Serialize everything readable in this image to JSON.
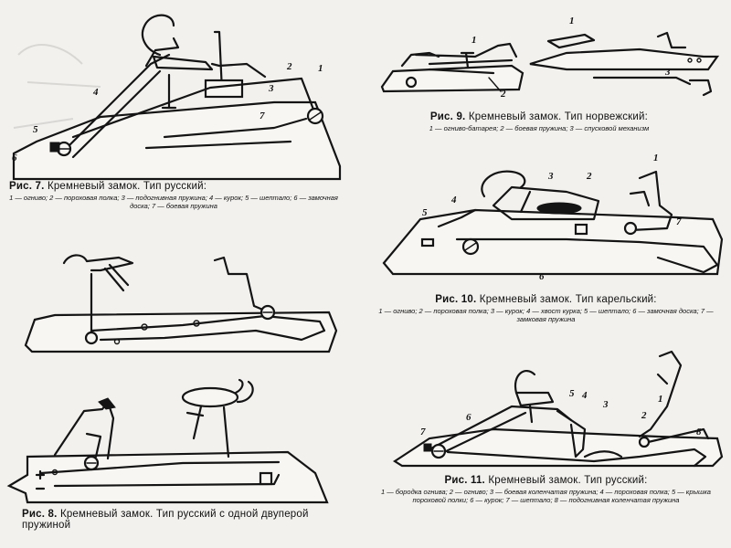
{
  "figures": [
    {
      "id": "fig7",
      "title_prefix": "Рис. 7.",
      "title_rest": "Кремневый замок. Тип русский:",
      "legend": "1 — огниво; 2 — пороховая полка; 3 — подогнивная пружина; 4 — курок; 5 — шептало; 6 — замочная доска; 7 — боевая пружина",
      "labels": [
        "1",
        "2",
        "3",
        "4",
        "5",
        "6",
        "7"
      ]
    },
    {
      "id": "fig8",
      "title_prefix": "Рис. 8.",
      "title_rest": "Кремневый замок. Тип русский с одной двуперой пружиной",
      "legend": "",
      "labels": []
    },
    {
      "id": "fig9",
      "title_prefix": "Рис. 9.",
      "title_rest": "Кремневый замок. Тип норвежский:",
      "legend": "1 — огниво-батарея; 2 — боевая пружина; 3 — спусковой механизм",
      "labels": [
        "1",
        "2",
        "1",
        "3"
      ]
    },
    {
      "id": "fig10",
      "title_prefix": "Рис. 10.",
      "title_rest": "Кремневый замок. Тип карельский:",
      "legend": "1 — огниво; 2 — пороховая полка; 3 — курок; 4 — хвост курка; 5 — шептало; 6 — замочная доска; 7 — замковая пружина",
      "labels": [
        "1",
        "2",
        "3",
        "4",
        "5",
        "6",
        "7"
      ]
    },
    {
      "id": "fig11",
      "title_prefix": "Рис. 11.",
      "title_rest": "Кремневый замок. Тип русский:",
      "legend": "1 — бородка огнива; 2 — огниво; 3 — боевая коленчатая пружина; 4 — пороховая полка; 5 — крышка пороховой полки; 6 — курок; 7 — шептало; 8 — подогнивная коленчатая пружина",
      "labels": [
        "1",
        "2",
        "3",
        "4",
        "5",
        "6",
        "7",
        "8"
      ]
    }
  ]
}
